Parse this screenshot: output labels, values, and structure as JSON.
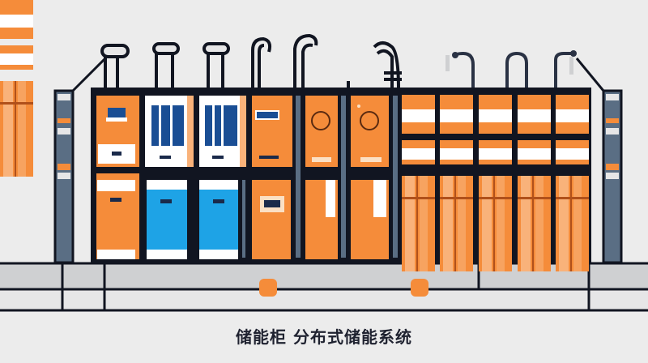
{
  "scene": {
    "caption": "储能柜 分布式储能系统",
    "background": "#ececec"
  },
  "colors": {
    "frame": "#111521",
    "orange": "#f58c3a",
    "orange_dark": "#e0702a",
    "orange_light": "#f9b27a",
    "blue_bright": "#1ea3e6",
    "blue_dark": "#1a4e94",
    "steel": "#5a6e84",
    "white": "#ffffff",
    "slab": "#cfd0d2",
    "slab_light": "#e6e6e7"
  },
  "cabinets": [
    {
      "type": "orange-panel",
      "label": "cabinet-1"
    },
    {
      "type": "blue-screen",
      "label": "cabinet-2"
    },
    {
      "type": "blue-screen",
      "label": "cabinet-3"
    },
    {
      "type": "orange-panel",
      "label": "cabinet-4"
    },
    {
      "type": "orange-dial",
      "label": "cabinet-5"
    },
    {
      "type": "orange-dial",
      "label": "cabinet-6"
    },
    {
      "type": "battery-rack",
      "label": "battery-rack"
    }
  ]
}
